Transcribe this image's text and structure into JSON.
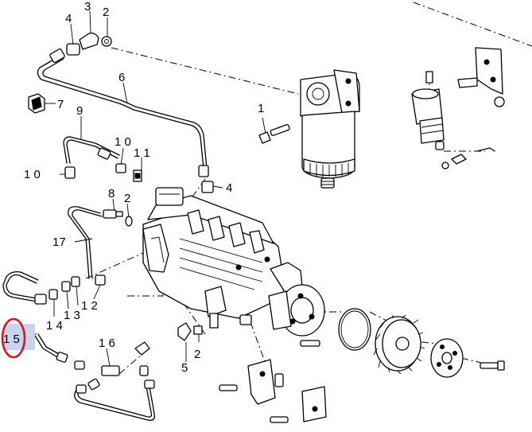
{
  "callouts": {
    "c1": "1",
    "c2_top": "2",
    "c3": "3",
    "c4_top": "4",
    "c6": "6",
    "c7": "7",
    "c9": "9",
    "c10_upper": "1 0",
    "c11": "1 1",
    "c10_left": "1 0",
    "c4_mid": "4",
    "c8": "8",
    "c2_mid": "2",
    "c17": "17",
    "c12": "1 2",
    "c13": "1 3",
    "c14": "1 4",
    "c15": "1 5",
    "c16": "1 6",
    "c5": "5",
    "c2_bottom": "2"
  },
  "highlight": {
    "label": "1 5",
    "color": "#c8d3ee",
    "ring_color": "#d8141d"
  }
}
